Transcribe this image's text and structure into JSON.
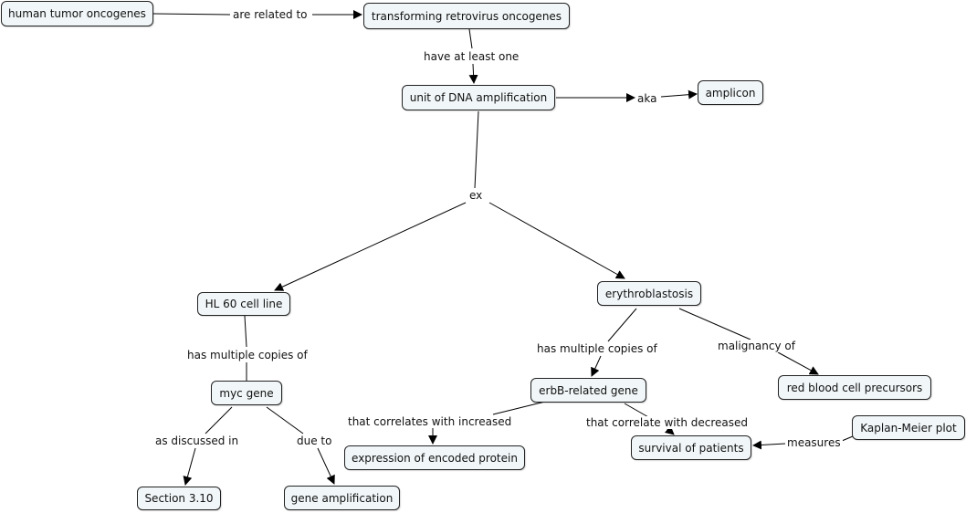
{
  "concepts": {
    "human_tumor_oncogenes": "human tumor oncogenes",
    "transforming_retrovirus_oncogenes": "transforming retrovirus oncogenes",
    "unit_of_dna_amplification": "unit of DNA amplification",
    "amplicon": "amplicon",
    "hl60_cell_line": "HL 60 cell line",
    "erythroblastosis": "erythroblastosis",
    "myc_gene": "myc gene",
    "erbb_related_gene": "erbB-related gene",
    "red_blood_cell_precursors": "red blood cell precursors",
    "section_3_10": "Section 3.10",
    "gene_amplification": "gene amplification",
    "expression_of_encoded_protein": "expression of encoded protein",
    "survival_of_patients": "survival of patients",
    "kaplan_meier_plot": "Kaplan-Meier plot"
  },
  "links": {
    "are_related_to": "are related to",
    "have_at_least_one": "have at least one",
    "aka": "aka",
    "ex": "ex",
    "has_multiple_copies_of_left": "has multiple copies of",
    "has_multiple_copies_of_right": "has multiple copies of",
    "malignancy_of": "malignancy of",
    "as_discussed_in": "as discussed in",
    "due_to": "due to",
    "that_correlates_with_increased": "that correlates with increased",
    "that_correlate_with_decreased": "that correlate with decreased",
    "measures": "measures"
  }
}
